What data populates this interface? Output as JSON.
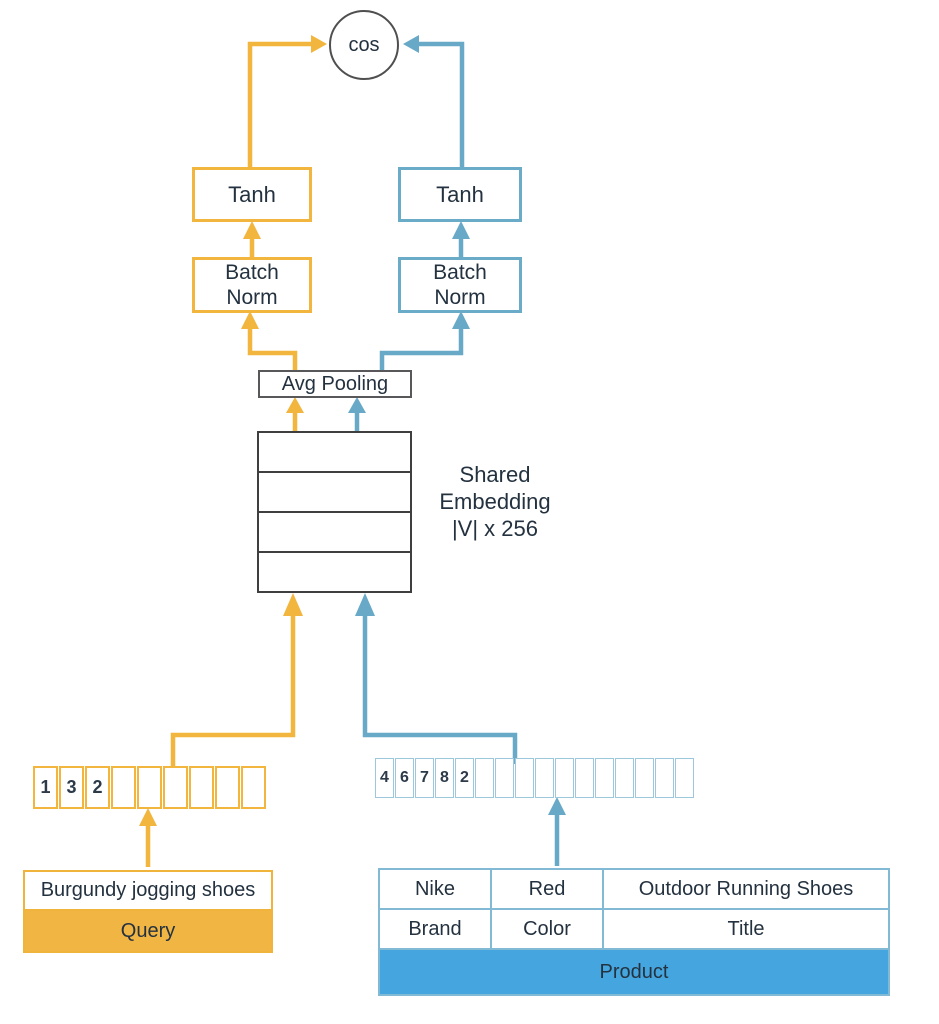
{
  "colors": {
    "gold": "#F2B53D",
    "gold_fill": "#F1B544",
    "blue": "#67A9C6",
    "blue_fill": "#45A6DF",
    "light_blue_border": "#9CC7DC",
    "box_gray_border": "#4f4f4f",
    "text_dark": "#243240"
  },
  "nodes": {
    "cos_label": "cos",
    "avg_pooling_label": "Avg Pooling"
  },
  "branches": {
    "query": {
      "tanh_label": "Tanh",
      "batch_norm_lines": [
        "Batch",
        "Norm"
      ]
    },
    "product": {
      "tanh_label": "Tanh",
      "batch_norm_lines": [
        "Batch",
        "Norm"
      ]
    }
  },
  "embedding": {
    "label_lines": [
      "Shared",
      "Embedding",
      "|V| x 256"
    ]
  },
  "query_vector": {
    "cells": [
      "1",
      "3",
      "2",
      "",
      "",
      "",
      "",
      "",
      ""
    ]
  },
  "product_vector": {
    "cells": [
      "4",
      "6",
      "7",
      "8",
      "2",
      "",
      "",
      "",
      "",
      "",
      "",
      "",
      "",
      "",
      "",
      ""
    ]
  },
  "query_table": {
    "text": "Burgundy jogging shoes",
    "header": "Query"
  },
  "product_table": {
    "values": [
      "Nike",
      "Red",
      "Outdoor Running Shoes"
    ],
    "fields": [
      "Brand",
      "Color",
      "Title"
    ],
    "header": "Product"
  }
}
